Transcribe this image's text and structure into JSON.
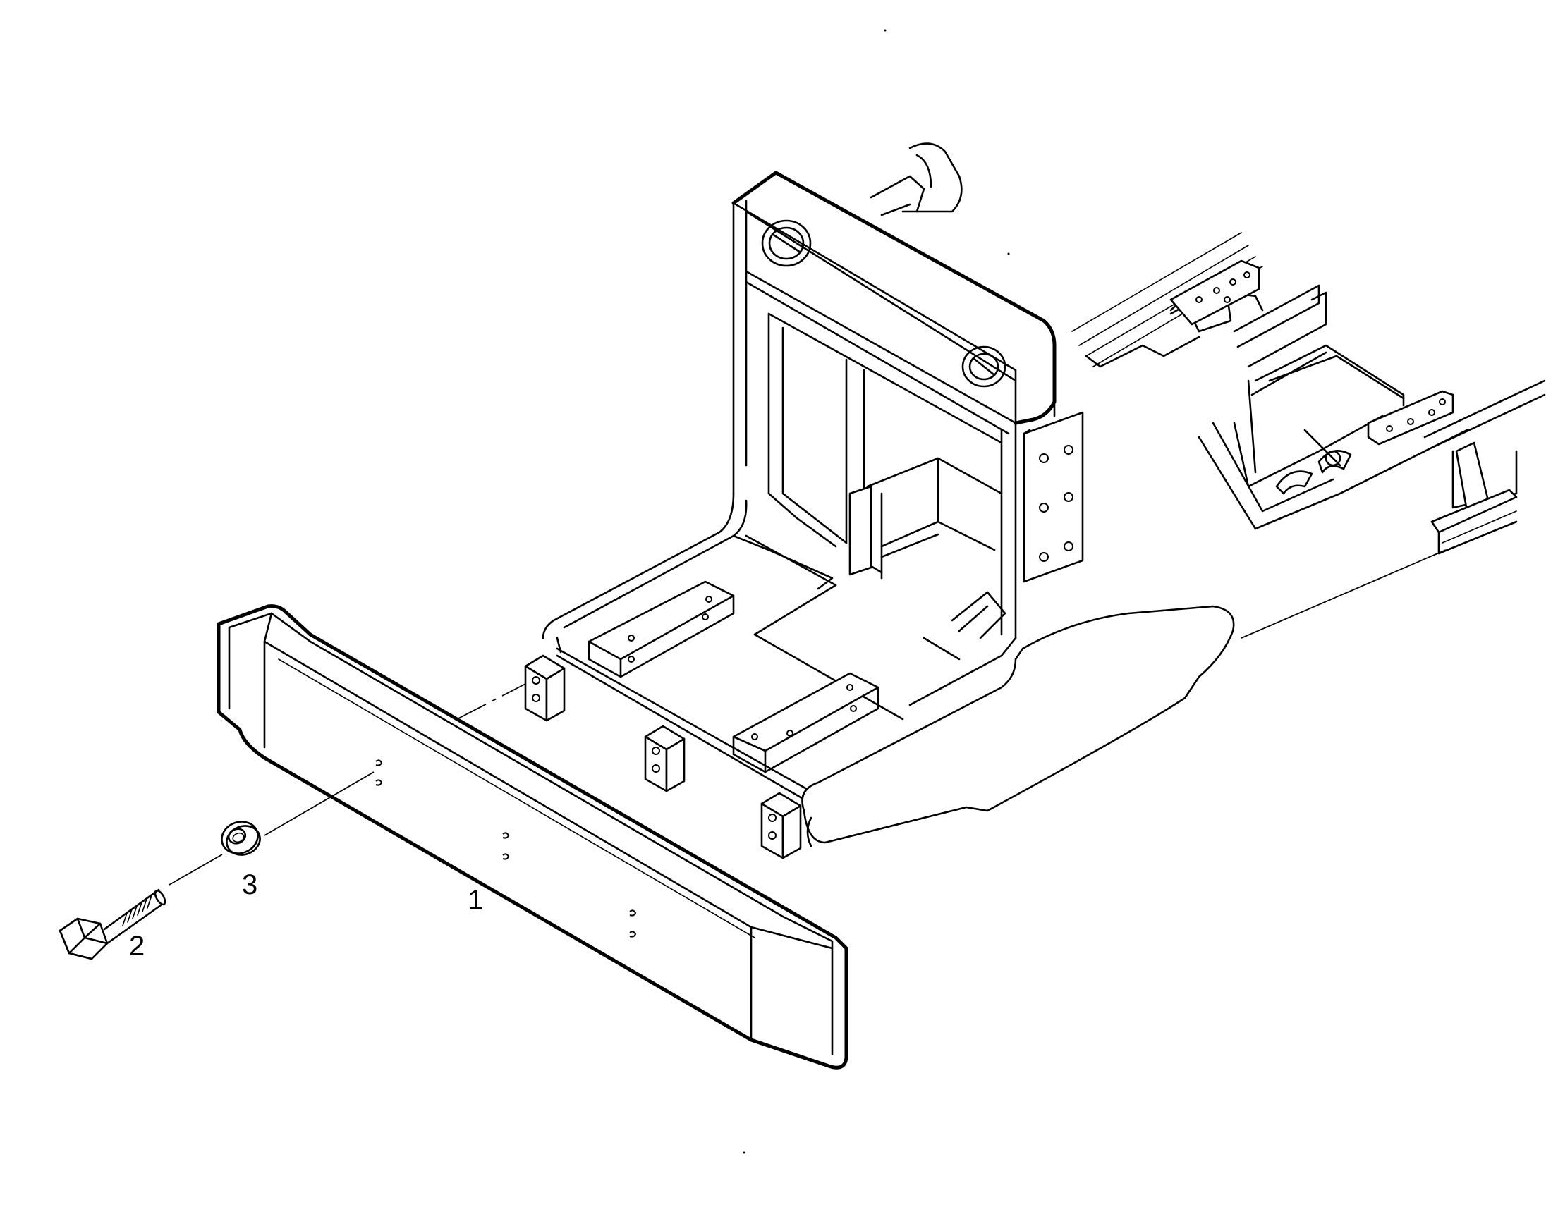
{
  "diagram": {
    "callouts": [
      {
        "id": "1",
        "text": "1"
      },
      {
        "id": "2",
        "text": "2"
      },
      {
        "id": "3",
        "text": "3"
      }
    ],
    "parts": {
      "1": "bumper",
      "2": "hex-bolt",
      "3": "washer"
    },
    "colors": {
      "line": "#000000",
      "background": "#ffffff"
    }
  }
}
